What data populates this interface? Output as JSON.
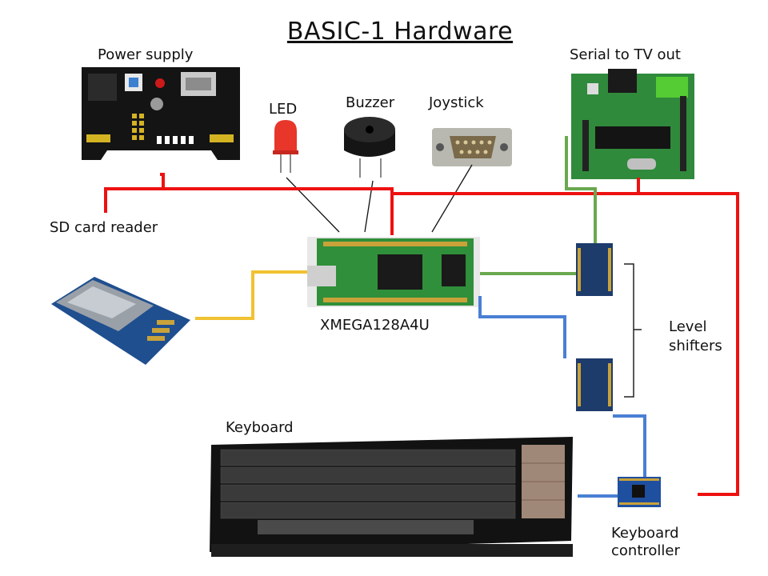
{
  "title": "BASIC-1 Hardware",
  "labels": {
    "power_supply": "Power supply",
    "led": "LED",
    "buzzer": "Buzzer",
    "joystick": "Joystick",
    "serial_tv": "Serial to TV out",
    "sd_card": "SD card reader",
    "mcu": "XMEGA128A4U",
    "level_shifters_line1": "Level",
    "level_shifters_line2": "shifters",
    "keyboard": "Keyboard",
    "keyboard_controller_line1": "Keyboard",
    "keyboard_controller_line2": "controller"
  },
  "colors": {
    "power_wire": "#ee1111",
    "data_green": "#6aa84f",
    "data_blue": "#4a7fd4",
    "data_yellow": "#f1c232",
    "pcb_green": "#2e8b3a",
    "module_blue": "#1d3b6b"
  }
}
